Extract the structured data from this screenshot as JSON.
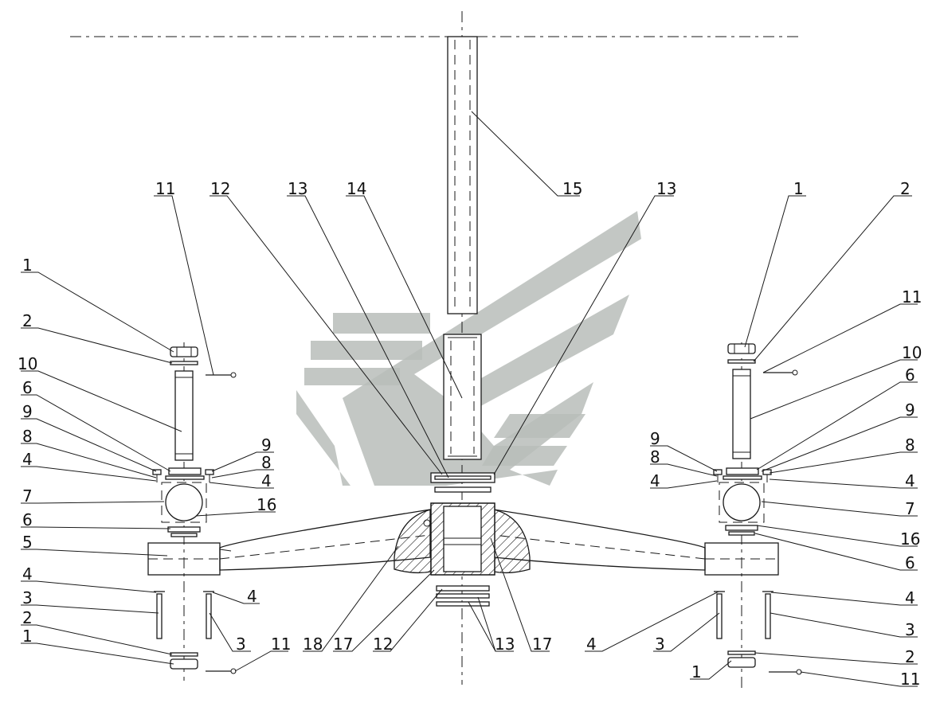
{
  "drawing": {
    "type": "exploded assembly drawing",
    "callouts": [
      {
        "id": "c-top-15",
        "text": "15"
      },
      {
        "id": "c-top-11",
        "text": "11"
      },
      {
        "id": "c-top-12",
        "text": "12"
      },
      {
        "id": "c-top-13a",
        "text": "13"
      },
      {
        "id": "c-top-14",
        "text": "14"
      },
      {
        "id": "c-top-13b",
        "text": "13"
      },
      {
        "id": "c-top-1r",
        "text": "1"
      },
      {
        "id": "c-top-2r",
        "text": "2"
      },
      {
        "id": "c-l-1",
        "text": "1"
      },
      {
        "id": "c-l-2",
        "text": "2"
      },
      {
        "id": "c-l-10",
        "text": "10"
      },
      {
        "id": "c-l-6",
        "text": "6"
      },
      {
        "id": "c-l-9",
        "text": "9"
      },
      {
        "id": "c-l-8",
        "text": "8"
      },
      {
        "id": "c-l-4",
        "text": "4"
      },
      {
        "id": "c-l-7",
        "text": "7"
      },
      {
        "id": "c-l-6b",
        "text": "6"
      },
      {
        "id": "c-l-5",
        "text": "5"
      },
      {
        "id": "c-l-4b",
        "text": "4"
      },
      {
        "id": "c-l-3",
        "text": "3"
      },
      {
        "id": "c-l-2b",
        "text": "2"
      },
      {
        "id": "c-l-1b",
        "text": "1"
      },
      {
        "id": "c-lm-9",
        "text": "9"
      },
      {
        "id": "c-lm-8",
        "text": "8"
      },
      {
        "id": "c-lm-4",
        "text": "4"
      },
      {
        "id": "c-lm-16",
        "text": "16"
      },
      {
        "id": "c-lm-4b",
        "text": "4"
      },
      {
        "id": "c-lm-3",
        "text": "3"
      },
      {
        "id": "c-lm-11",
        "text": "11"
      },
      {
        "id": "c-b-18",
        "text": "18"
      },
      {
        "id": "c-b-17a",
        "text": "17"
      },
      {
        "id": "c-b-12",
        "text": "12"
      },
      {
        "id": "c-b-13",
        "text": "13"
      },
      {
        "id": "c-b-17b",
        "text": "17"
      },
      {
        "id": "c-rm-9",
        "text": "9"
      },
      {
        "id": "c-rm-8",
        "text": "8"
      },
      {
        "id": "c-rm-4",
        "text": "4"
      },
      {
        "id": "c-rm-4b",
        "text": "4"
      },
      {
        "id": "c-rm-3",
        "text": "3"
      },
      {
        "id": "c-rm-1",
        "text": "1"
      },
      {
        "id": "c-r-11",
        "text": "11"
      },
      {
        "id": "c-r-10",
        "text": "10"
      },
      {
        "id": "c-r-6",
        "text": "6"
      },
      {
        "id": "c-r-9",
        "text": "9"
      },
      {
        "id": "c-r-8",
        "text": "8"
      },
      {
        "id": "c-r-4",
        "text": "4"
      },
      {
        "id": "c-r-7",
        "text": "7"
      },
      {
        "id": "c-r-16",
        "text": "16"
      },
      {
        "id": "c-r-6b",
        "text": "6"
      },
      {
        "id": "c-r-4b",
        "text": "4"
      },
      {
        "id": "c-r-3",
        "text": "3"
      },
      {
        "id": "c-r-2",
        "text": "2"
      },
      {
        "id": "c-r-11b",
        "text": "11"
      }
    ]
  }
}
